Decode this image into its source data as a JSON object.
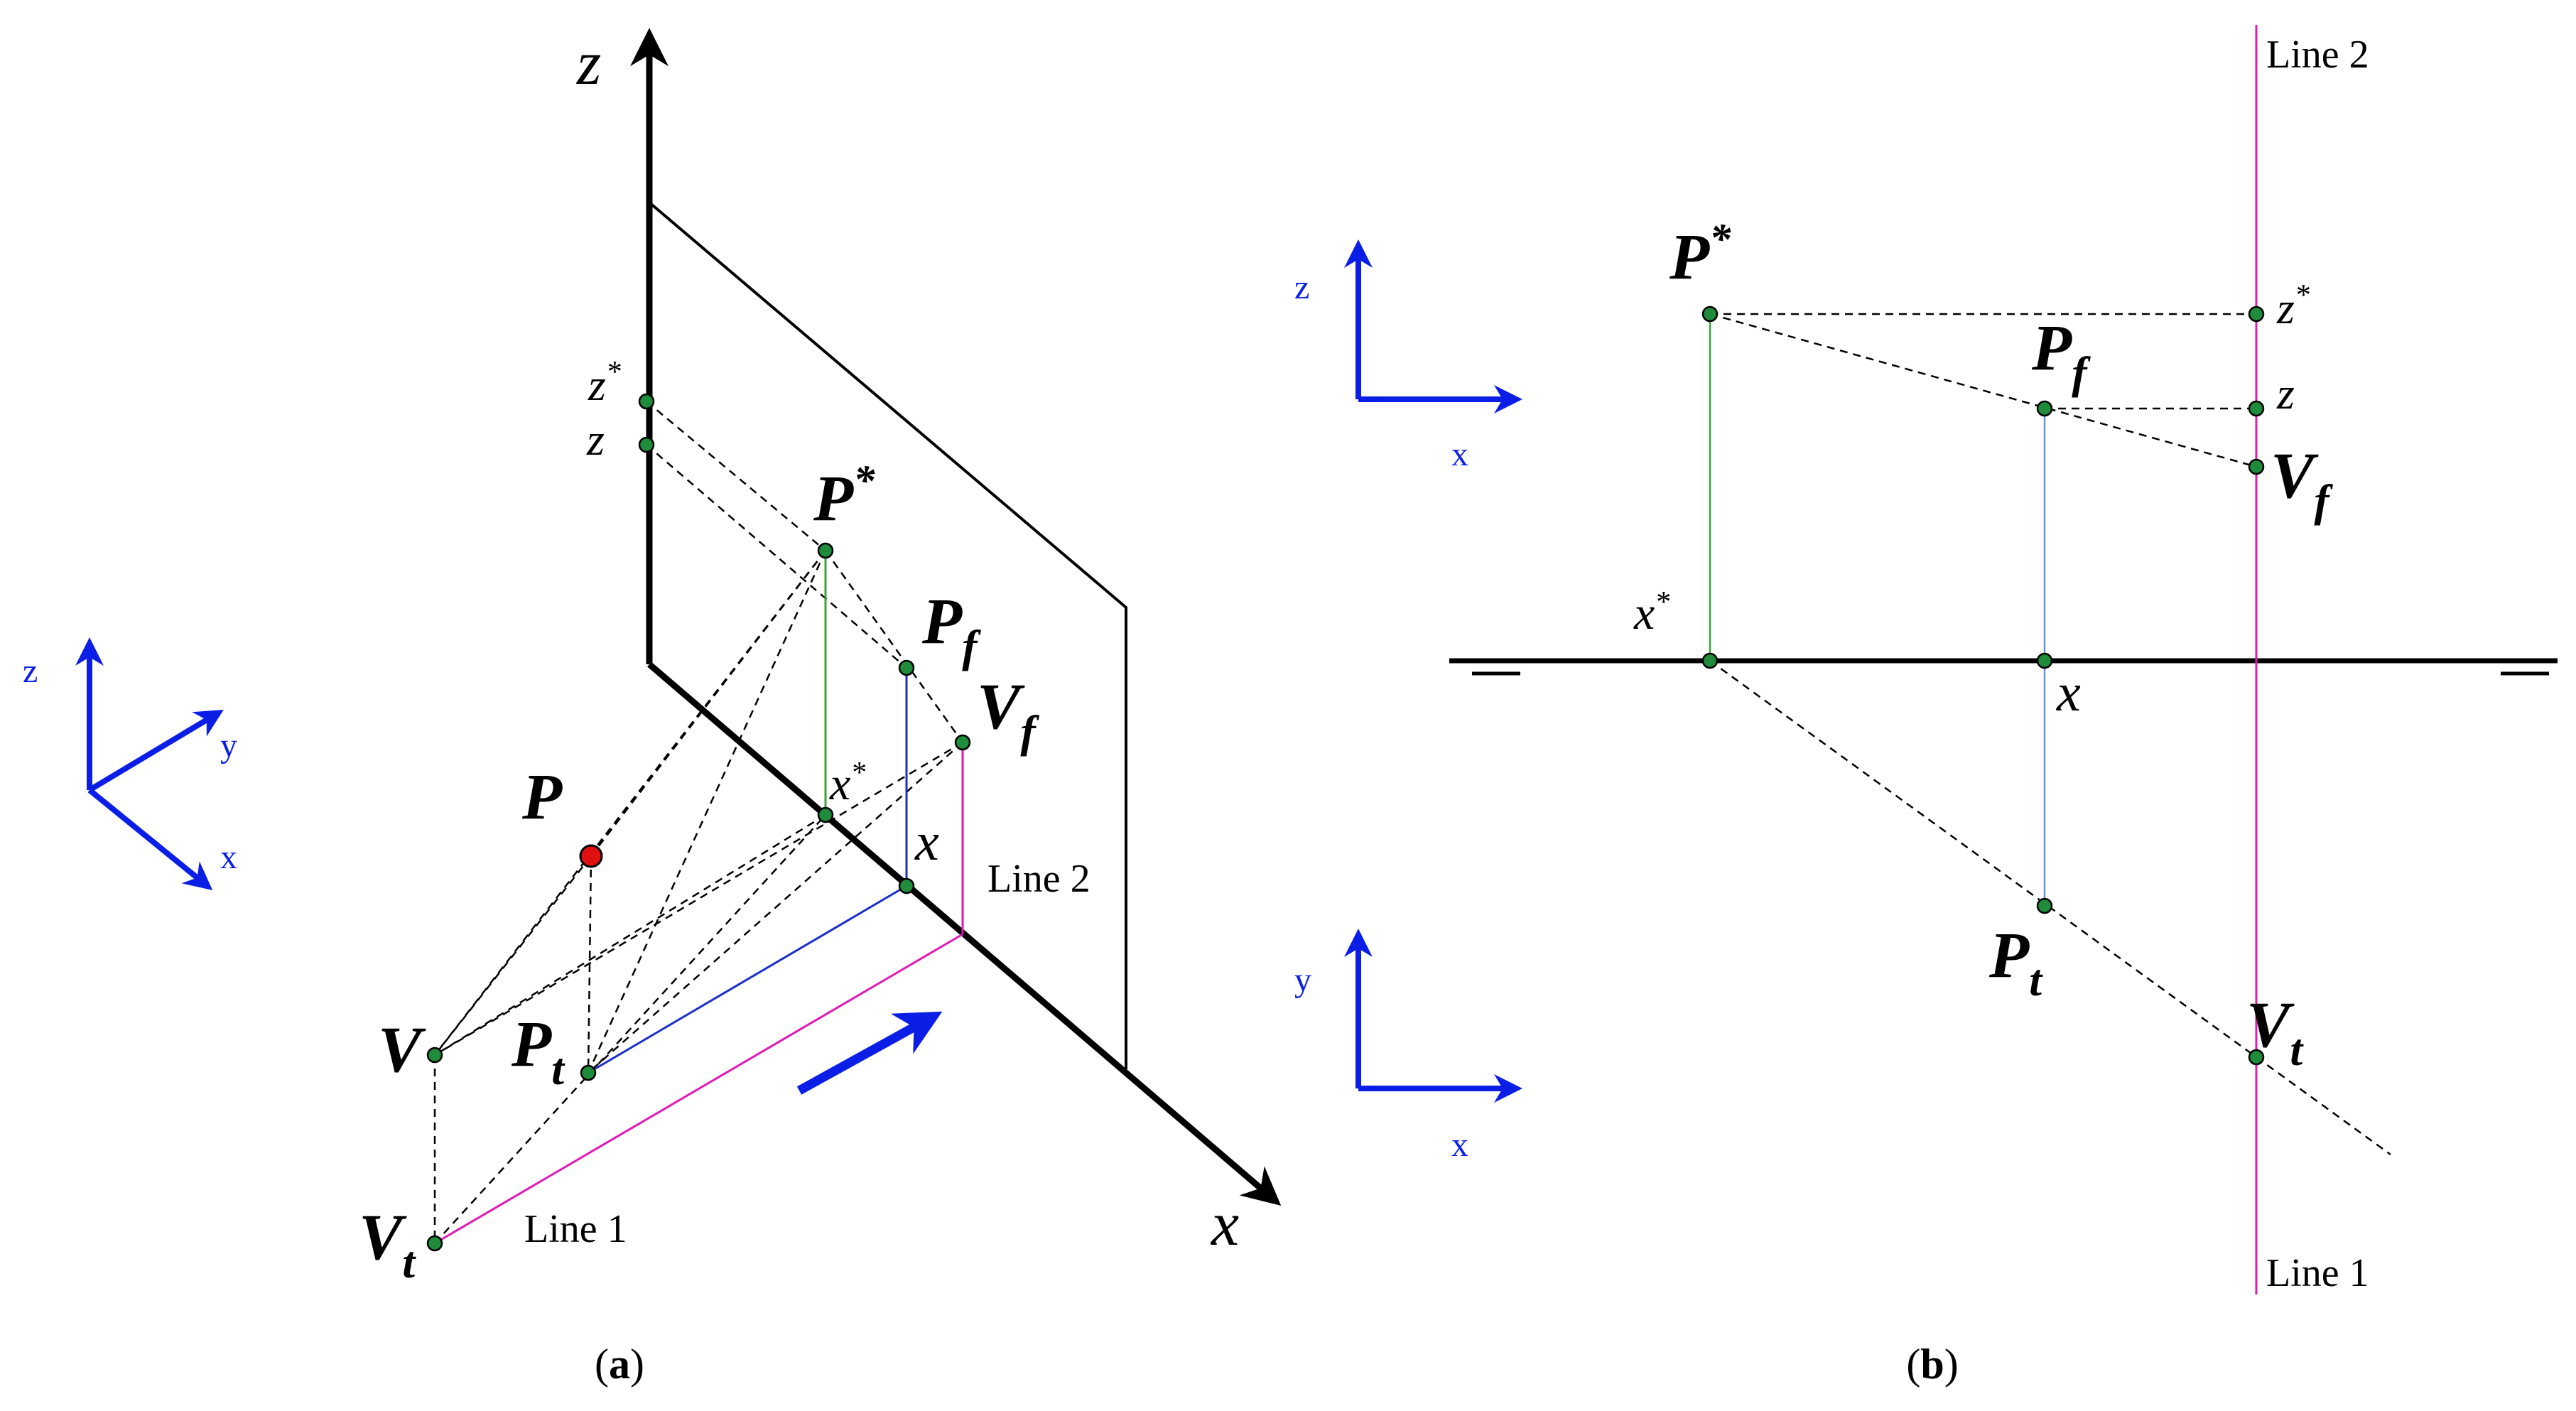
{
  "colors": {
    "ink": "#000000",
    "point_green": "#1e8c3a",
    "point_red": "#e01010",
    "triad_blue": "#0a1ee6",
    "line_blue": "#1a2ecc",
    "line_green": "#3aa03a",
    "line_magenta": "#e01ab4",
    "proj_lightblue": "#6a8fe0"
  },
  "panel_a": {
    "caption_open": "(",
    "caption_letter": "a",
    "caption_close": ")",
    "axis_z": "z",
    "axis_x": "x",
    "triad_z": "z",
    "triad_y": "y",
    "triad_x": "x",
    "tick_zstar_base": "z",
    "tick_zstar_sup": "*",
    "tick_z": "z",
    "point_P": "P",
    "point_Pstar_base": "P",
    "point_Pstar_sup": "*",
    "point_Pf_base": "P",
    "point_Pf_sub": "f",
    "point_Vf_base": "V",
    "point_Vf_sub": "f",
    "point_xstar_base": "x",
    "point_xstar_sup": "*",
    "point_x": "x",
    "point_V": "V",
    "point_Pt_base": "P",
    "point_Pt_sub": "t",
    "point_Vt_base": "V",
    "point_Vt_sub": "t",
    "line1": "Line 1",
    "line2": "Line 2"
  },
  "panel_b": {
    "caption_open": "(",
    "caption_letter": "b",
    "caption_close": ")",
    "triad_top_z": "z",
    "triad_top_x": "x",
    "triad_bottom_y": "y",
    "triad_bottom_x": "x",
    "point_Pstar_base": "P",
    "point_Pstar_sup": "*",
    "point_Pf_base": "P",
    "point_Pf_sub": "f",
    "point_Vf_base": "V",
    "point_Vf_sub": "f",
    "tick_zstar_base": "z",
    "tick_zstar_sup": "*",
    "tick_z": "z",
    "point_xstar_base": "x",
    "point_xstar_sup": "*",
    "point_x": "x",
    "point_Pt_base": "P",
    "point_Pt_sub": "t",
    "point_Vt_base": "V",
    "point_Vt_sub": "t",
    "line1": "Line 1",
    "line2": "Line 2"
  }
}
